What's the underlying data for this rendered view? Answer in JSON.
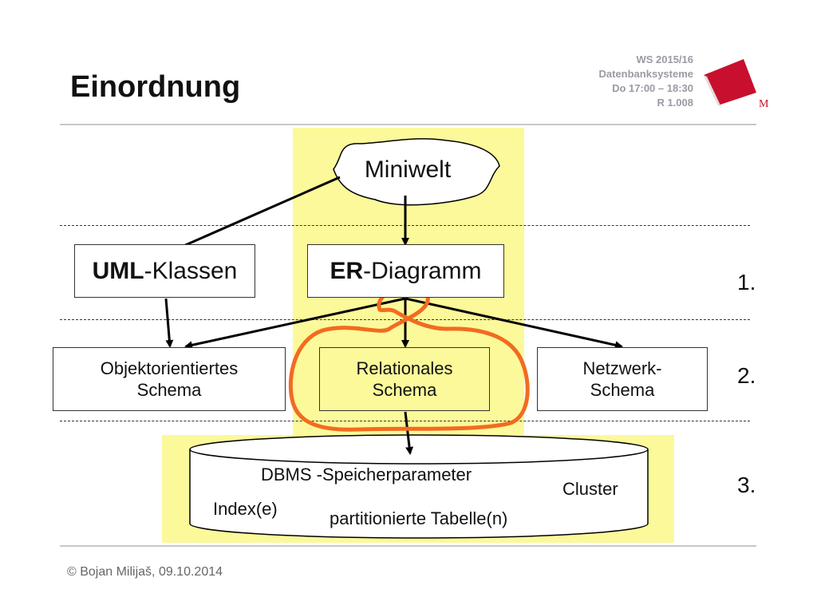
{
  "title": "Einordnung",
  "course": {
    "semester": "WS 2015/16",
    "subject": "Datenbanksysteme",
    "time": "Do 17:00 – 18:30",
    "room": "R 1.008"
  },
  "logo": {
    "icon": "m-logo",
    "letter": "M",
    "color": "#c8102e"
  },
  "diagram": {
    "miniwelt": "Miniwelt",
    "uml": {
      "bold": "UML",
      "rest": "-Klassen"
    },
    "er": {
      "bold": "ER",
      "rest": "-Diagramm"
    },
    "schemas": {
      "object_line1": "Objektorientiertes",
      "object_line2": "Schema",
      "relational_line1": "Relationales",
      "relational_line2": "Schema",
      "network_line1": "Netzwerk-",
      "network_line2": "Schema"
    },
    "storage": {
      "params": "DBMS -Speicherparameter",
      "cluster": "Cluster",
      "index": "Index(e)",
      "partitioned": "partitionierte Tabelle(n)"
    },
    "levels": [
      "1.",
      "2.",
      "3."
    ],
    "colors": {
      "highlight": "#fbf99a",
      "focus_outline": "#f26b21",
      "arrows": "#000000"
    }
  },
  "footer": "© Bojan Milijaš, 09.10.2014"
}
